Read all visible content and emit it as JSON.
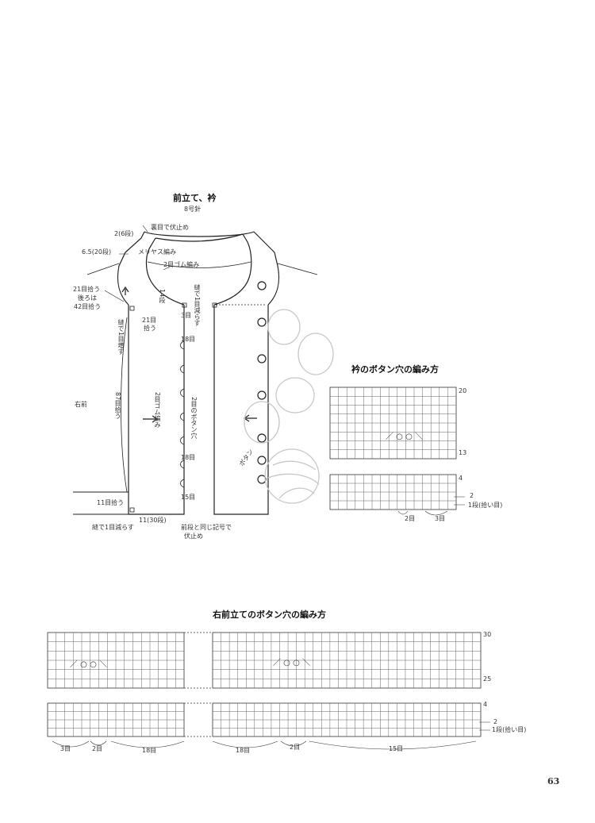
{
  "collar_diagram": {
    "title": "前立て、衿",
    "needle": "8号針",
    "labels": {
      "bind_off_purl": "裏目で伏止め",
      "rows_2_6": "2(6段)",
      "rows_6_5_20": "6.5(20段)",
      "stockinette": "メリヤス編み",
      "rib_2x2_top": "2目ゴム編み",
      "pickup_21": "21目拾う",
      "back_42": "後ろは",
      "back_42b": "42目拾う",
      "rows_14": "14段",
      "stitches_3": "3目",
      "stitches_21": "21目",
      "pick_up": "拾う",
      "stitches_18a": "18目",
      "stitches_18b": "18目",
      "stitches_15": "15目",
      "right_front": "右前",
      "pickup_11": "11目拾う",
      "eleven_30": "11(30段)",
      "dec_end": "縫で1目減らす",
      "bind_off_1": "前段と同じ記号で",
      "bind_off_2": "伏止め",
      "button": "ボタン",
      "v_dec_left": "縫で1目増す",
      "v_pickup_87": "87目拾う",
      "v_rib_center": "2目ゴム編み",
      "v_dec_right": "縫で1目減らす",
      "v_buttonhole": "2目のボタン穴"
    }
  },
  "collar_chart": {
    "title": "衿のボタン穴の編み方",
    "row_labels": [
      "20",
      "13",
      "4",
      "2",
      "1段(拾い目)"
    ],
    "bottom_labels": [
      "2目",
      "3目"
    ]
  },
  "front_chart": {
    "title": "右前立てのボタン穴の編み方",
    "row_labels": [
      "30",
      "25",
      "4",
      "2",
      "1段(拾い目)"
    ],
    "bottom_labels": [
      "3目",
      "2目",
      "18目",
      "18目",
      "2目",
      "15目"
    ]
  },
  "page_number": "63"
}
